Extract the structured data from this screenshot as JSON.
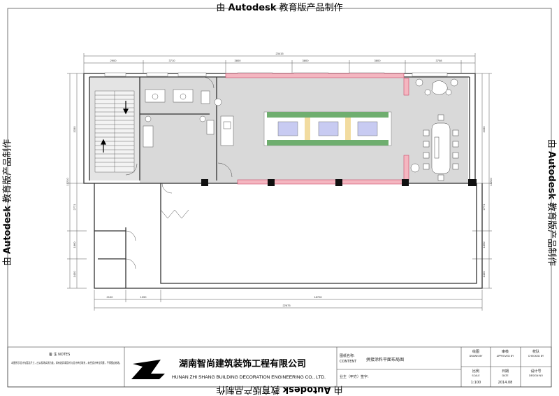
{
  "watermark": {
    "prefix": "由",
    "brand": "Autodesk",
    "suffix": "教育版产品制作"
  },
  "dimensions": {
    "top_total": "23415",
    "top_segments": [
      "2900",
      "3710",
      "3800",
      "3800",
      "3800",
      "3708"
    ],
    "bottom_total": "22675",
    "bottom_segments": [
      "2100",
      "1090",
      "18700"
    ],
    "left_upper": "3330",
    "left_lower": [
      "2771",
      "1860",
      "1430"
    ],
    "side_total": "13210",
    "right_upper": "3330",
    "right_lower": [
      "2771",
      "1860",
      "1430"
    ]
  },
  "title_block": {
    "notes_title": "备 注  NOTES",
    "notes_text": "本图所示设计内容及尺寸，应以现场实测为准，如有差异请及时与设计单位联系，未经设计单位同意，不得擅自修改。",
    "company_cn": "湖南智尚建筑装饰工程有限公司",
    "company_en": "HUNAN ZHI SHANG BUILDING DECORATION ENGINEERING CO., LTD.",
    "drawing_name_label": "图纸名称:",
    "content_label": "CONTENT",
    "drawing_name": "拼接涂料平面布局图",
    "owner_label": "业主（甲方）签字:",
    "drawn_by_cn": "绘图",
    "drawn_by_en": "DRAWN BY",
    "approved_by_cn": "审核",
    "approved_by_en": "APPROVED BY",
    "checked_by_cn": "校队",
    "checked_by_en": "CHECKED BY",
    "scale_cn": "比例",
    "scale_en": "SCALE",
    "scale_value": "1:100",
    "date_cn": "日期",
    "date_en": "DATE",
    "date_value": "2014.08",
    "design_no_cn": "设计号",
    "design_no_en": "DESIGN NO"
  },
  "colors": {
    "floor": "#d9d9d9",
    "pink": "#f4b6c0",
    "wall": "#333333",
    "plant": "#6fae6f",
    "display": "#c8cbf2",
    "wood": "#f2dca0"
  }
}
